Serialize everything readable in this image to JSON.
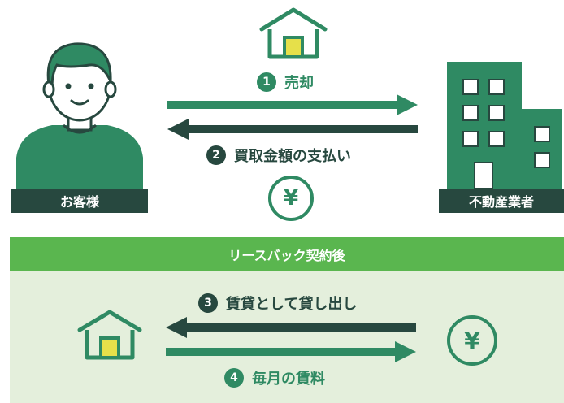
{
  "top": {
    "customer_label": "お客様",
    "company_label": "不動産業者",
    "step1": {
      "num": "1",
      "label": "売却"
    },
    "step2": {
      "num": "2",
      "label": "買取金額の支払い"
    },
    "yen": "¥"
  },
  "bottom": {
    "band_title": "リースバック契約後",
    "step3": {
      "num": "3",
      "label": "賃貸として貸し出し"
    },
    "step4": {
      "num": "4",
      "label": "毎月の賃料"
    },
    "yen": "¥"
  },
  "colors": {
    "green": "#2f8a63",
    "dark": "#27483f",
    "band": "#5ab64f",
    "panel": "#e4efdc",
    "window": "#e6e04a"
  }
}
